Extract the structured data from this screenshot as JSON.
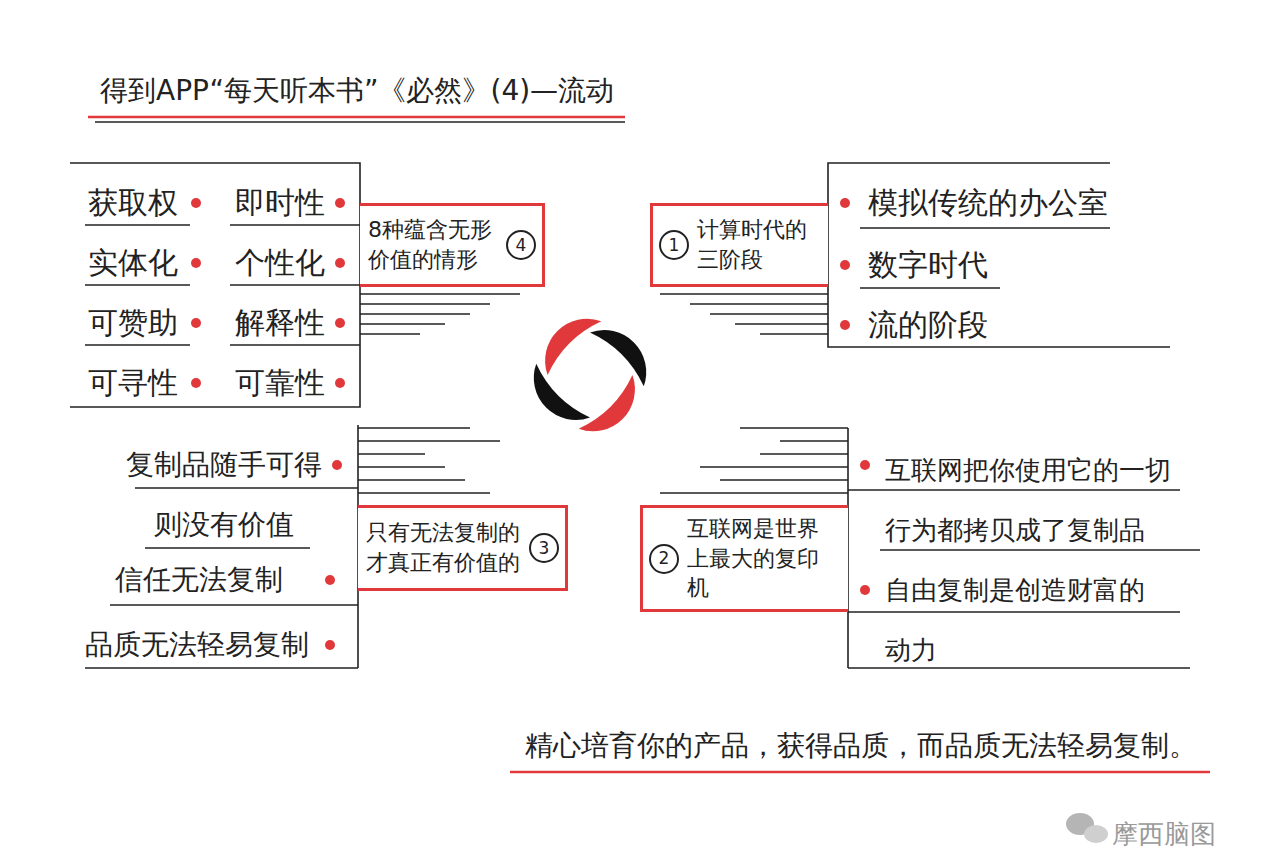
{
  "diagram": {
    "title": "得到APP“每天听本书”《必然》(4)—流动",
    "caption": "精心培育你的产品，获得品质，而品质无法轻易复制。",
    "nodes": [
      {
        "text": [
          "计算时代的三阶段"
        ]
      },
      {
        "text": [
          "1"
        ],
        "in": 0
      },
      {
        "text": [
          "互联网是世界上最大的复印机"
        ]
      },
      {
        "text": [
          "2"
        ],
        "in": 2
      },
      {
        "text": [
          "只有无法复制的才真正有价值的"
        ]
      },
      {
        "text": [
          "3"
        ],
        "in": 4
      },
      {
        "text": [
          "8种蕴含无形价值的情形"
        ]
      },
      {
        "text": [
          "4"
        ],
        "in": 6
      }
    ],
    "labels": [
      "模拟传统的办公室",
      "数字时代",
      "流的阶段",
      "互联网把你使用它的一切行为都拷贝成了复制品",
      "自由复制是创造财富的动力",
      "复制品随手可得则没有价值",
      "信任无法复制",
      "品质无法轻易复制",
      "获取权",
      "即时性",
      "实体化",
      "个性化",
      "可赞助",
      "解释性",
      "可寻性",
      "可靠性",
      "摩西脑图"
    ]
  }
}
